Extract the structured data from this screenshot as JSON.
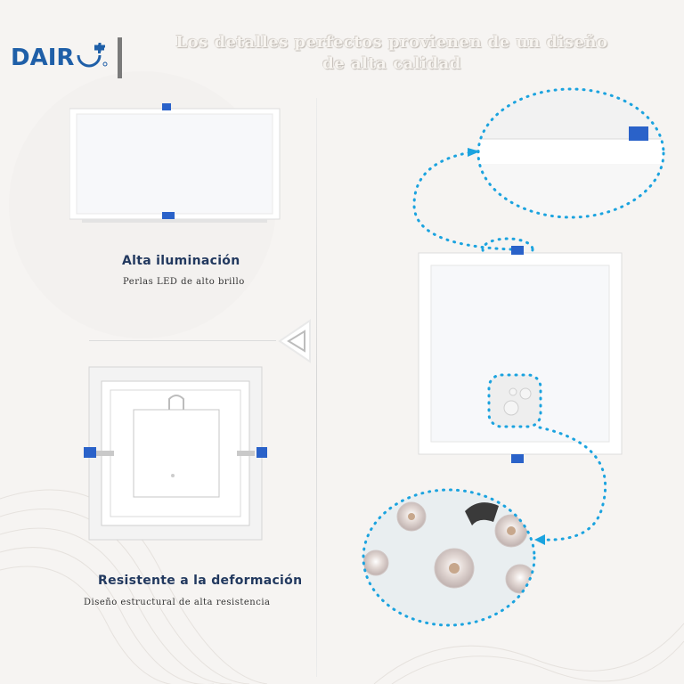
{
  "brand": {
    "name": "DAIR",
    "color": "#1f5fa8"
  },
  "headline": {
    "line1": "Los detalles perfectos provienen de un diseño",
    "line2": "de alta calidad"
  },
  "features": [
    {
      "title": "Alta iluminación",
      "subtitle": "Perlas LED de alto brillo"
    },
    {
      "title": "Resistente a la deformación",
      "subtitle": "Diseño estructural de alta resistencia"
    }
  ],
  "colors": {
    "accent_dots": "#1ba3df",
    "clip_blue": "#2a62c9",
    "heading": "#22395f"
  },
  "icons": [
    "logo-plus-icon",
    "triangle-pointer-icon",
    "arrow-head-icon"
  ]
}
